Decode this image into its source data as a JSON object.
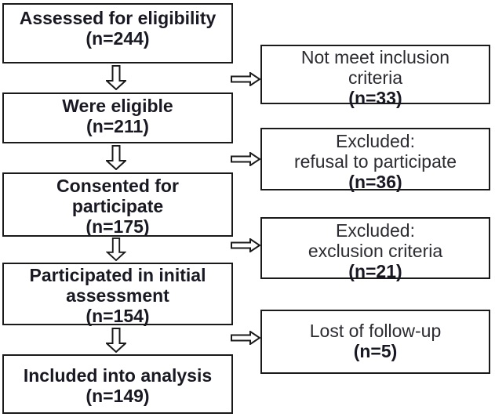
{
  "colors": {
    "background": "#ffffff",
    "box_border": "#1a1a1a",
    "text_bold": "#191923",
    "text_regular": "#2b2b31"
  },
  "flow": {
    "main_boxes": [
      {
        "lines": [
          "Assessed for eligibility"
        ],
        "count": "(n=244)"
      },
      {
        "lines": [
          "Were eligible"
        ],
        "count": "(n=211)"
      },
      {
        "lines": [
          "Consented for",
          "participate"
        ],
        "count": "(n=175)"
      },
      {
        "lines": [
          "Participated in initial",
          "assessment"
        ],
        "count": "(n=154)"
      },
      {
        "lines": [
          "Included into analysis"
        ],
        "count": "(n=149)"
      }
    ],
    "side_boxes": [
      {
        "lines": [
          "Not meet inclusion",
          "criteria"
        ],
        "count": "(n=33)"
      },
      {
        "lines": [
          "Excluded:",
          "refusal to participate"
        ],
        "count": "(n=36)"
      },
      {
        "lines": [
          "Excluded:",
          "exclusion criteria"
        ],
        "count": "(n=21)"
      },
      {
        "lines": [
          "Lost of follow-up"
        ],
        "count": "(n=5)"
      }
    ]
  }
}
